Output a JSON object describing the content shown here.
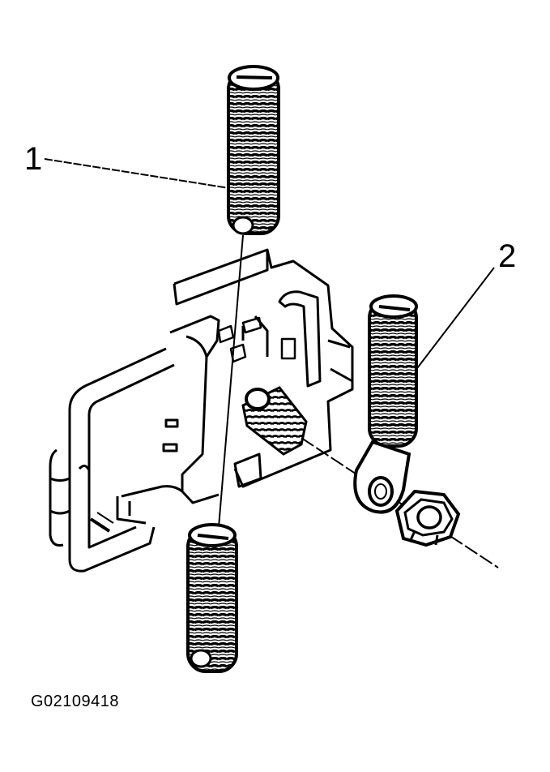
{
  "callouts": {
    "one": "1",
    "two": "2"
  },
  "figure_code": "G02109418",
  "colors": {
    "ink": "#000000",
    "paper": "#ffffff"
  }
}
